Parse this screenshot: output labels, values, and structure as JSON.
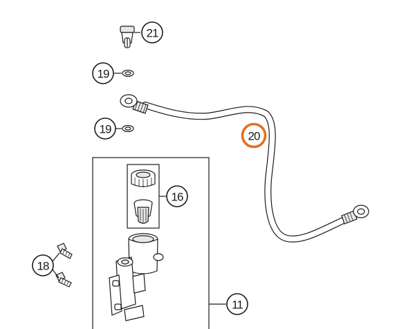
{
  "callouts": {
    "c21": "21",
    "c19_top": "19",
    "c19_bottom": "19",
    "c20": "20",
    "c16": "16",
    "c18": "18",
    "c11": "11"
  },
  "highlight_color": "#e4701e",
  "icons": [
    "banjo-bolt-icon",
    "sealing-ring-icon",
    "brake-hose-icon",
    "reservoir-cap-icon",
    "master-cylinder-icon",
    "mounting-screw-icon"
  ]
}
